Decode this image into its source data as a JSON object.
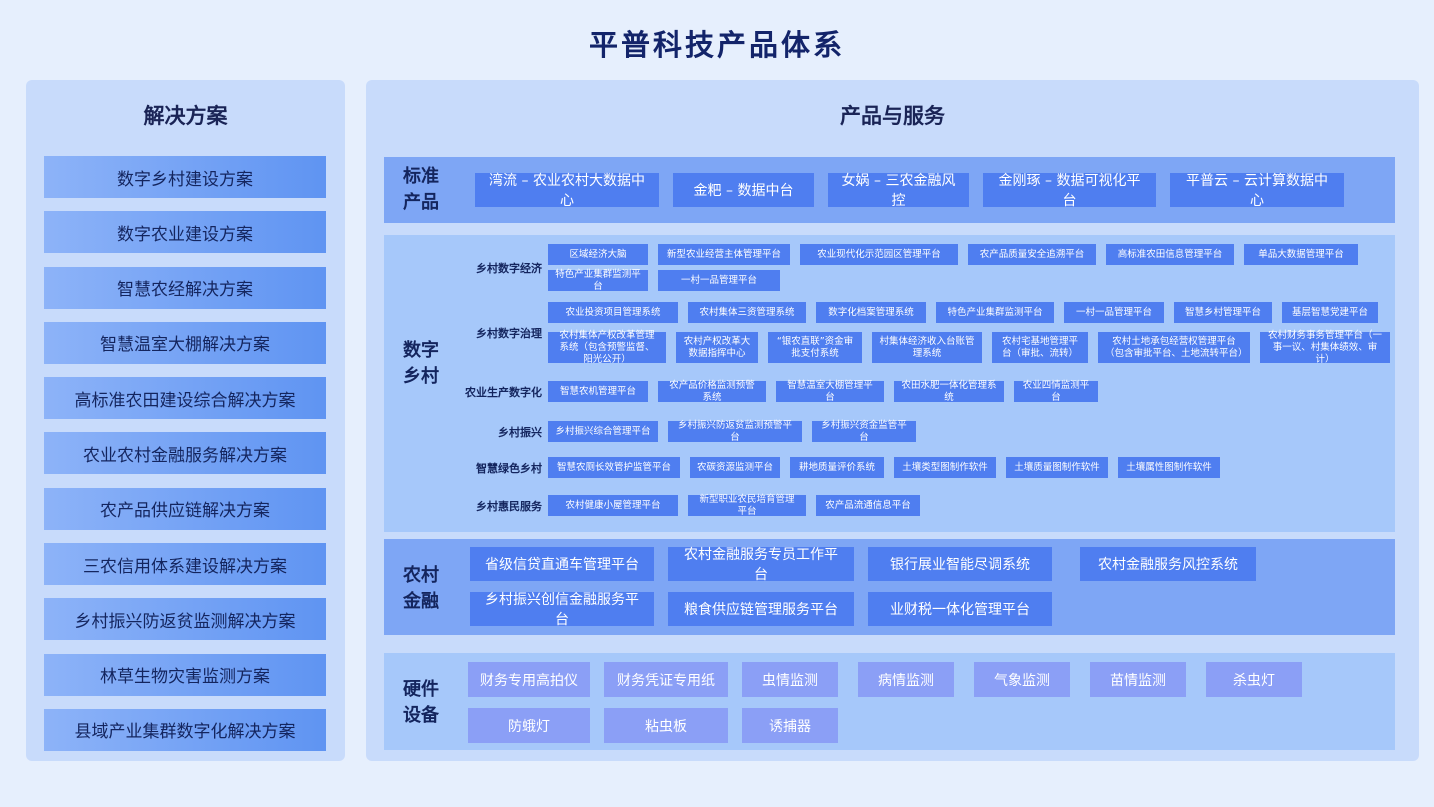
{
  "title": "平普科技产品体系",
  "solutions": {
    "title": "解决方案",
    "items": [
      "数字乡村建设方案",
      "数字农业建设方案",
      "智慧农经解决方案",
      "智慧温室大棚解决方案",
      "高标准农田建设综合解决方案",
      "农业农村金融服务解决方案",
      "农产品供应链解决方案",
      "三农信用体系建设解决方案",
      "乡村振兴防返贫监测解决方案",
      "林草生物灾害监测方案",
      "县域产业集群数字化解决方案"
    ]
  },
  "products": {
    "title": "产品与服务",
    "standard": {
      "label": "标准产品",
      "items": [
        "湾流 – 农业农村大数据中心",
        "金粑 – 数据中台",
        "女娲 – 三农金融风控",
        "金刚琢 – 数据可视化平台",
        "平普云 – 云计算数据中心"
      ]
    },
    "digital_village": {
      "label": "数字乡村",
      "categories": [
        {
          "name": "乡村数字经济",
          "rows": [
            [
              "区域经济大脑",
              "新型农业经营主体管理平台",
              "农业现代化示范园区管理平台",
              "农产品质量安全追溯平台",
              "高标准农田信息管理平台",
              "单品大数据管理平台"
            ],
            [
              "特色产业集群监测平台",
              "一村一品管理平台"
            ]
          ]
        },
        {
          "name": "乡村数字治理",
          "rows": [
            [
              "农业投资项目管理系统",
              "农村集体三资管理系统",
              "数字化档案管理系统",
              "特色产业集群监测平台",
              "一村一品管理平台",
              "智慧乡村管理平台",
              "基层智慧党建平台"
            ],
            [
              "农村集体产权改革管理系统（包含预警监督、阳光公开）",
              "农村产权改革大数据指挥中心",
              "“银农直联”资金审批支付系统",
              "村集体经济收入台账管理系统",
              "农村宅基地管理平台（审批、流转）",
              "农村土地承包经营权管理平台（包含审批平台、土地流转平台）",
              "农村财务事务管理平台（一事一议、村集体绩效、审计）"
            ]
          ]
        },
        {
          "name": "农业生产数字化",
          "rows": [
            [
              "智慧农机管理平台",
              "农产品价格监测预警系统",
              "智慧温室大棚管理平台",
              "农田水肥一体化管理系统",
              "农业四情监测平台"
            ]
          ]
        },
        {
          "name": "乡村振兴",
          "rows": [
            [
              "乡村振兴综合管理平台",
              "乡村振兴防返贫监测预警平台",
              "乡村振兴资金监管平台"
            ]
          ]
        },
        {
          "name": "智慧绿色乡村",
          "rows": [
            [
              "智慧农厕长效管护监管平台",
              "农碳资源监测平台",
              "耕地质量评价系统",
              "土壤类型图制作软件",
              "土壤质量图制作软件",
              "土壤属性图制作软件"
            ]
          ]
        },
        {
          "name": "乡村惠民服务",
          "rows": [
            [
              "农村健康小屋管理平台",
              "新型职业农民培育管理平台",
              "农产品流通信息平台"
            ]
          ]
        }
      ]
    },
    "finance": {
      "label": "农村金融",
      "rows": [
        [
          "省级信贷直通车管理平台",
          "农村金融服务专员工作平台",
          "银行展业智能尽调系统",
          "农村金融服务风控系统"
        ],
        [
          "乡村振兴创信金融服务平台",
          "粮食供应链管理服务平台",
          "业财税一体化管理平台"
        ]
      ]
    },
    "hardware": {
      "label": "硬件设备",
      "rows": [
        [
          "财务专用高拍仪",
          "财务凭证专用纸",
          "虫情监测",
          "病情监测",
          "气象监测",
          "苗情监测",
          "杀虫灯"
        ],
        [
          "防蛾灯",
          "粘虫板",
          "诱捕器"
        ]
      ]
    }
  }
}
